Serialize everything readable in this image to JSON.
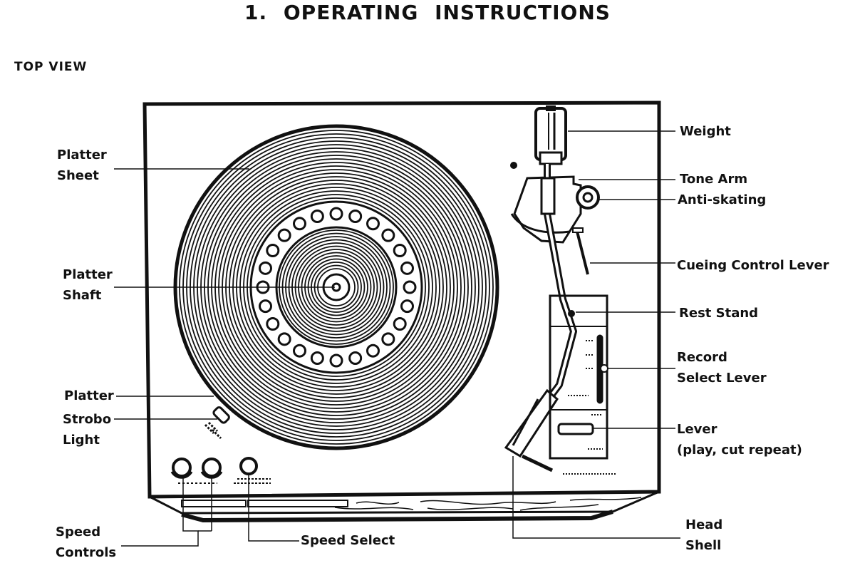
{
  "page": {
    "title": "1. OPERATING  INSTRUCTIONS",
    "subtitle": "TOP VIEW"
  },
  "labels": {
    "platter_sheet": [
      "Platter",
      "Sheet"
    ],
    "platter_shaft": [
      "Platter",
      "Shaft"
    ],
    "platter": "Platter",
    "strobo_light": [
      "Strobo",
      "Light"
    ],
    "speed_controls": [
      "Speed",
      "Controls"
    ],
    "speed_select": "Speed Select",
    "weight": "Weight",
    "tone_arm": "Tone Arm",
    "anti_skating": "Anti-skating",
    "cueing_control_lever": "Cueing Control Lever",
    "rest_stand": "Rest Stand",
    "record_select_lever": [
      "Record",
      "Select Lever"
    ],
    "lever": [
      "Lever",
      "(play, cut repeat)"
    ],
    "head_shell": [
      "Head",
      "Shell"
    ]
  },
  "colors": {
    "ink": "#111111",
    "paper": "#ffffff"
  }
}
